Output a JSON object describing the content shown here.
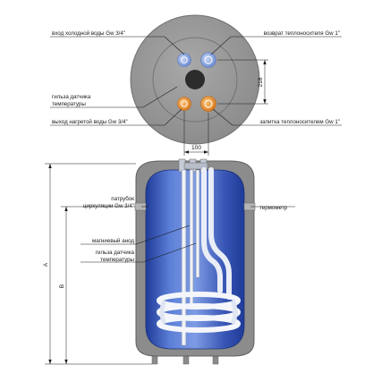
{
  "top_view": {
    "cold_inlet": "вход холодной воды Gw 3/4\"",
    "heating_return": "возврат теплоносителя Gw 1\"",
    "sensor_sleeve_line1": "гильза датчика",
    "sensor_sleeve_line2": "температуры",
    "hot_outlet": "выход нагретой воды Gw 3/4\"",
    "heating_supply": "запитка теплоносителем Gw 1\"",
    "dim_vertical": "218",
    "dim_horizontal": "100"
  },
  "side_view": {
    "circulation_line1": "патрубок",
    "circulation_line2": "циркуляции Gw 3/4\"",
    "thermometer": "термометр",
    "magnesium_anode": "магниевый анод",
    "sensor_sleeve_line1": "гильза датчика",
    "sensor_sleeve_line2": "температуры",
    "dim_A": "A",
    "dim_B": "B"
  },
  "colors": {
    "casing": "#8c8c8c",
    "tank_blue": "#2f4fae",
    "port_blue": "#8ea9dc",
    "port_orange": "#e8902f"
  }
}
